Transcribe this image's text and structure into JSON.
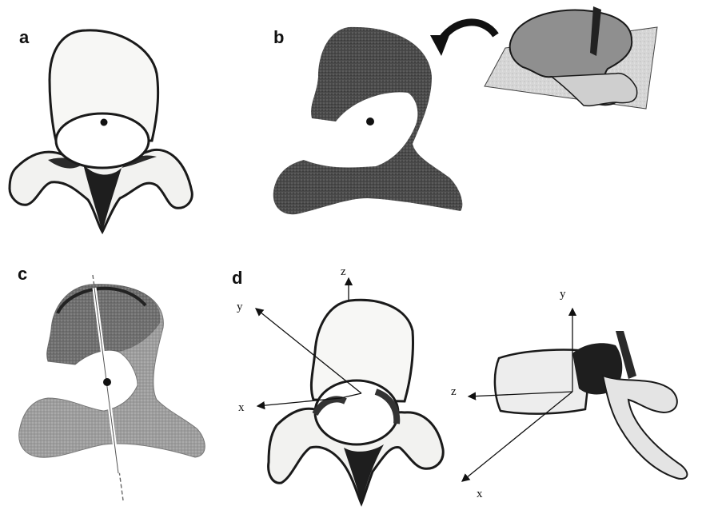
{
  "panels": {
    "a": {
      "label": "a"
    },
    "b": {
      "label": "b"
    },
    "c": {
      "label": "c"
    },
    "d": {
      "label": "d"
    }
  },
  "axes": {
    "front_view": {
      "z": "z",
      "y": "y",
      "x": "x"
    },
    "side_view": {
      "y": "y",
      "z": "z",
      "x": "x"
    }
  },
  "colors": {
    "bone_outline": "#1a1a1a",
    "bone_fill": "#f7f7f5",
    "dark_fill": "#3a3a3a",
    "gray_fill": "#a9a9a9",
    "cut_plane": "#cfcfcf"
  }
}
